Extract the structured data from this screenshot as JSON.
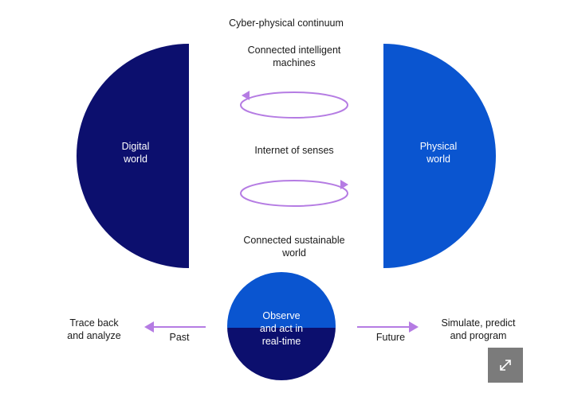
{
  "title": "Cyber-physical continuum",
  "labels": {
    "connected_machines": "Connected intelligent\nmachines",
    "internet_of_senses": "Internet of senses",
    "connected_sustainable": "Connected sustainable\nworld",
    "digital_world": "Digital\nworld",
    "physical_world": "Physical\nworld",
    "observe": "Observe\nand act in\nreal-time",
    "past": "Past",
    "future": "Future",
    "trace_back": "Trace back\nand analyze",
    "simulate": "Simulate, predict\nand program"
  },
  "colors": {
    "digital": "#0c0f6e",
    "physical": "#0a55d0",
    "arrow": "#b57ce3",
    "observe_top": "#0a55d0",
    "observe_bottom": "#0c0f6e"
  },
  "icons": {
    "expand": "expand-icon"
  }
}
